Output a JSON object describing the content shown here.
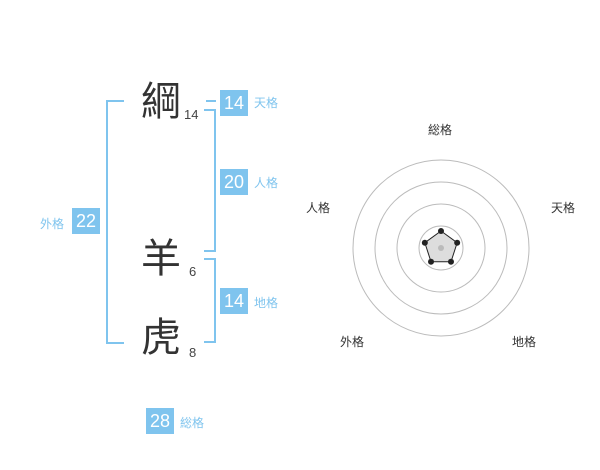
{
  "name": {
    "chars": [
      {
        "kanji": "綱",
        "strokes": "14"
      },
      {
        "kanji": "羊",
        "strokes": "6"
      },
      {
        "kanji": "虎",
        "strokes": "8"
      }
    ]
  },
  "kaku": {
    "tenkaku": {
      "value": "14",
      "label": "天格"
    },
    "jinkaku": {
      "value": "20",
      "label": "人格"
    },
    "chikaku": {
      "value": "14",
      "label": "地格"
    },
    "gaikaku": {
      "value": "22",
      "label": "外格"
    },
    "soukaku": {
      "value": "28",
      "label": "総格"
    }
  },
  "radar": {
    "axes": [
      "総格",
      "天格",
      "地格",
      "外格",
      "人格"
    ],
    "rings": 4,
    "colors": {
      "accent": "#7fc4ee",
      "ring": "#bbbbbb",
      "point": "#222222",
      "fill": "#dddddd"
    }
  }
}
